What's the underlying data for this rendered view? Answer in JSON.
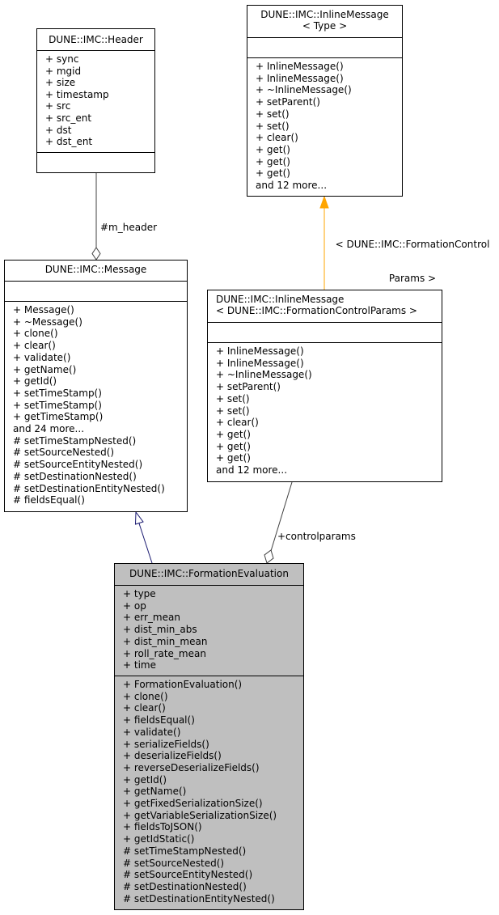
{
  "diagram": {
    "classes": {
      "header": {
        "name": "DUNE::IMC::Header",
        "attributes": [
          "+ sync",
          "+ mgid",
          "+ size",
          "+ timestamp",
          "+ src",
          "+ src_ent",
          "+ dst",
          "+ dst_ent"
        ],
        "methods": []
      },
      "inline_type": {
        "name_line1": "DUNE::IMC::InlineMessage",
        "name_line2": "< Type >",
        "attributes": [],
        "methods": [
          "+ InlineMessage()",
          "+ InlineMessage()",
          "+ ~InlineMessage()",
          "+ setParent()",
          "+ set()",
          "+ set()",
          "+ clear()",
          "+ get()",
          "+ get()",
          "+ get()",
          "and 12 more..."
        ]
      },
      "message": {
        "name": "DUNE::IMC::Message",
        "attributes": [],
        "methods": [
          "+ Message()",
          "+ ~Message()",
          "+ clone()",
          "+ clear()",
          "+ validate()",
          "+ getName()",
          "+ getId()",
          "+ setTimeStamp()",
          "+ setTimeStamp()",
          "+ getTimeStamp()",
          "and 24 more...",
          "# setTimeStampNested()",
          "# setSourceNested()",
          "# setSourceEntityNested()",
          "# setDestinationNested()",
          "# setDestinationEntityNested()",
          "# fieldsEqual()"
        ]
      },
      "inline_fcp": {
        "name_line1": "DUNE::IMC::InlineMessage",
        "name_line2": "< DUNE::IMC::FormationControlParams >",
        "attributes": [],
        "methods": [
          "+ InlineMessage()",
          "+ InlineMessage()",
          "+ ~InlineMessage()",
          "+ setParent()",
          "+ set()",
          "+ set()",
          "+ clear()",
          "+ get()",
          "+ get()",
          "+ get()",
          "and 12 more..."
        ]
      },
      "formation_evaluation": {
        "name": "DUNE::IMC::FormationEvaluation",
        "attributes": [
          "+ type",
          "+ op",
          "+ err_mean",
          "+ dist_min_abs",
          "+ dist_min_mean",
          "+ roll_rate_mean",
          "+ time"
        ],
        "methods": [
          "+ FormationEvaluation()",
          "+ clone()",
          "+ clear()",
          "+ fieldsEqual()",
          "+ validate()",
          "+ serializeFields()",
          "+ deserializeFields()",
          "+ reverseDeserializeFields()",
          "+ getId()",
          "+ getName()",
          "+ getFixedSerializationSize()",
          "+ getVariableSerializationSize()",
          "+ fieldsToJSON()",
          "+ getIdStatic()",
          "# setTimeStampNested()",
          "# setSourceNested()",
          "# setSourceEntityNested()",
          "# setDestinationNested()",
          "# setDestinationEntityNested()"
        ]
      }
    },
    "edges": {
      "m_header_label": "#m_header",
      "template_label_line1": "< DUNE::IMC::FormationControl",
      "template_label_line2": "Params >",
      "controlparams_label": "+controlparams"
    },
    "colors": {
      "inheritance": "#191970",
      "template": "#ffa500",
      "composition": "#404040",
      "highlight_fill": "#bfbfbf"
    }
  }
}
